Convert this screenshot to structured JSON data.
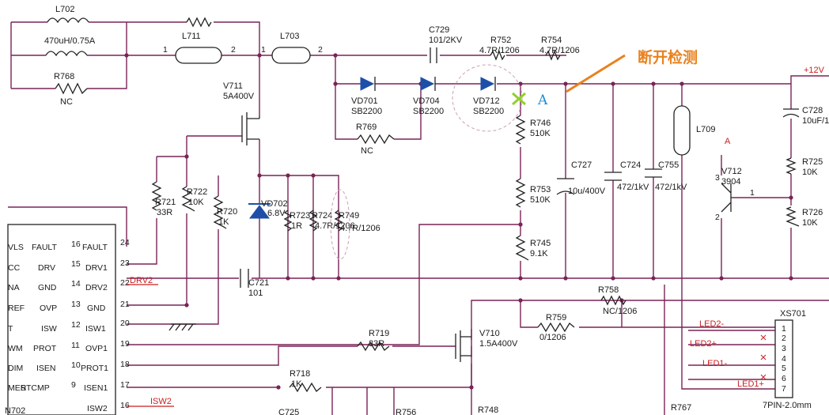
{
  "annotation": {
    "text": "断开检测",
    "color": "#e8821e",
    "point_label": "A",
    "point_color": "#1a8fd6",
    "mark_color": "#8fd12a"
  },
  "components": {
    "L702": {
      "ref": "L702",
      "value": "470uH/0.75A"
    },
    "L711": {
      "ref": "L711"
    },
    "L703": {
      "ref": "L703"
    },
    "R768": {
      "ref": "R768",
      "value": "NC"
    },
    "V711": {
      "ref": "V711",
      "value": "5A400V"
    },
    "C729": {
      "ref": "C729",
      "value": "101/2KV"
    },
    "R752": {
      "ref": "R752",
      "value": "4.7R/1206"
    },
    "R754": {
      "ref": "R754",
      "value": "4.7R/1206"
    },
    "VD701": {
      "ref": "VD701",
      "value": "SB2200"
    },
    "VD704": {
      "ref": "VD704",
      "value": "SB2200"
    },
    "VD712": {
      "ref": "VD712",
      "value": "SB2200"
    },
    "R769": {
      "ref": "R769",
      "value": "NC"
    },
    "R746": {
      "ref": "R746",
      "value": "510K"
    },
    "R753": {
      "ref": "R753",
      "value": "510K"
    },
    "R745": {
      "ref": "R745",
      "value": "9.1K"
    },
    "C727": {
      "ref": "C727",
      "value": "10u/400V"
    },
    "C724": {
      "ref": "C724",
      "value": "472/1kV"
    },
    "C755": {
      "ref": "C755",
      "value": "472/1kV"
    },
    "L709": {
      "ref": "L709"
    },
    "V712": {
      "ref": "V712",
      "value": "3904"
    },
    "C728": {
      "ref": "C728",
      "value": "10uF/1"
    },
    "R725": {
      "ref": "R725",
      "value": "10K"
    },
    "R726": {
      "ref": "R726",
      "value": "10K"
    },
    "R721": {
      "ref": "R721",
      "value": "33R"
    },
    "R722": {
      "ref": "R722",
      "value": "10K"
    },
    "R720": {
      "ref": "R720",
      "value": "1K"
    },
    "VD702": {
      "ref": "VD702",
      "value": "6.8V"
    },
    "R723": {
      "ref": "R723",
      "value": "1R"
    },
    "R724": {
      "ref": "R724",
      "value": "4.7R/1206"
    },
    "R749": {
      "ref": "R749",
      "value": "4.7R/1206"
    },
    "C721": {
      "ref": "C721",
      "value": "101"
    },
    "R758": {
      "ref": "R758",
      "value": "NC/1206"
    },
    "R759": {
      "ref": "R759",
      "value": "0/1206"
    },
    "R719": {
      "ref": "R719",
      "value": "33R"
    },
    "V710": {
      "ref": "V710",
      "value": "1.5A400V"
    },
    "R718": {
      "ref": "R718",
      "value": "1K"
    },
    "C725": {
      "ref": "C725"
    },
    "R756": {
      "ref": "R756"
    },
    "R748": {
      "ref": "R748"
    },
    "R767": {
      "ref": "R767"
    },
    "XS701": {
      "ref": "XS701",
      "value": "7PIN-2.0mm"
    }
  },
  "nets": {
    "plus12v": "+12V",
    "drv2": "DRV2",
    "isw2": "ISW2",
    "led2_minus": "LED2-",
    "led2_plus": "LED2+",
    "led1_minus": "LED1-",
    "led1_plus": "LED1+",
    "a_mark": "A"
  },
  "pin_numbers": {
    "p1": "1",
    "p2": "2",
    "p3": "3"
  },
  "ic": {
    "ref": "N702",
    "left_labels": [
      "VLS",
      "CC",
      "NA",
      "REF",
      "T",
      "WM",
      "DIM",
      "MER"
    ],
    "pins": [
      {
        "name": "FAULT",
        "left": "16",
        "right": "24",
        "net": "FAULT"
      },
      {
        "name": "DRV",
        "left": "15",
        "right": "23",
        "net": "DRV1"
      },
      {
        "name": "GND",
        "left": "14",
        "right": "22",
        "net": "DRV2"
      },
      {
        "name": "OVP",
        "left": "13",
        "right": "21",
        "net": "GND"
      },
      {
        "name": "ISW",
        "left": "12",
        "right": "20",
        "net": "ISW1"
      },
      {
        "name": "PROT",
        "left": "11",
        "right": "19",
        "net": "OVP1"
      },
      {
        "name": "ISEN",
        "left": "10",
        "right": "18",
        "net": "PROT1"
      },
      {
        "name": "STCMP",
        "left": "9",
        "right": "17",
        "net": "ISEN1"
      },
      {
        "name": "",
        "left": "",
        "right": "16",
        "net": "ISW2"
      }
    ]
  },
  "connector_pins": [
    "1",
    "2",
    "3",
    "4",
    "5",
    "6",
    "7"
  ]
}
